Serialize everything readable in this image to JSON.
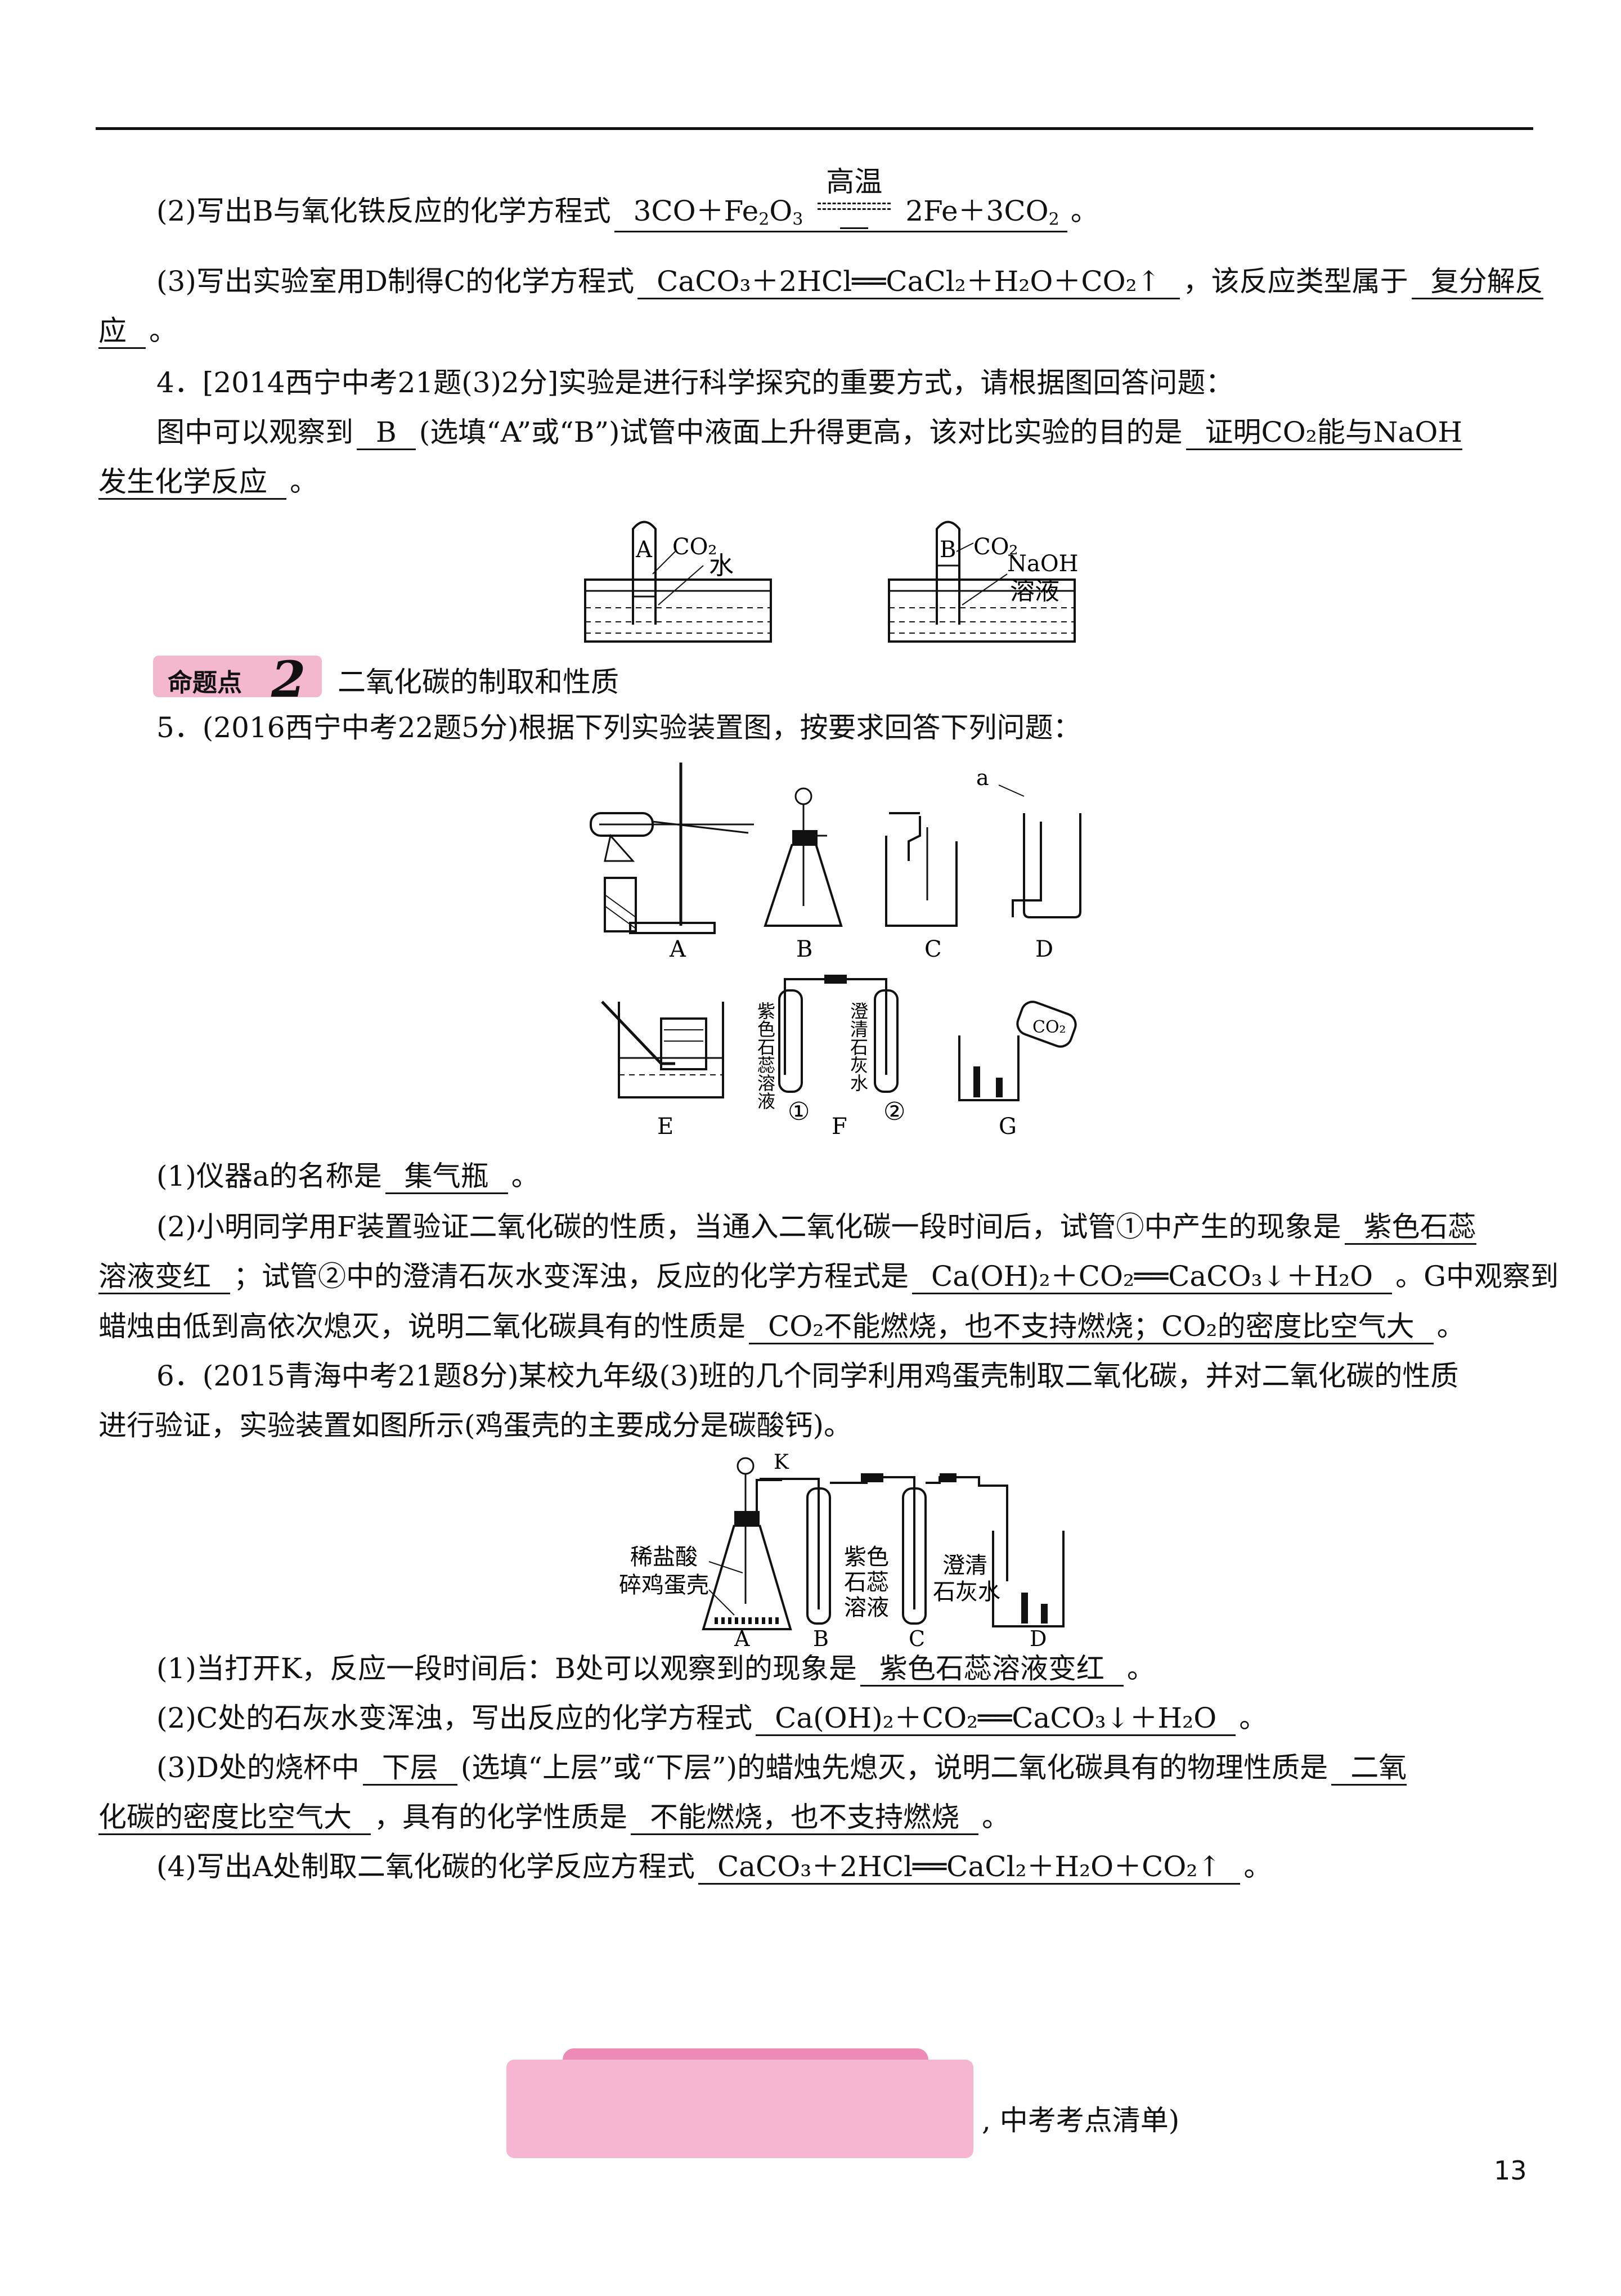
{
  "q3": {
    "p2": {
      "pre": "(2)写出B与氧化铁反应的化学方程式",
      "ans_left": "3CO＋Fe",
      "ans_sub": "2",
      "ans_mid": "O",
      "ans_sub2": "3",
      "condition": "高温",
      "ans_right": "2Fe＋3CO",
      "ans_sub3": "2",
      "post": "。"
    },
    "p3": {
      "pre": "(3)写出实验室用D制得C的化学方程式",
      "ans": "CaCO₃＋2HCl══CaCl₂＋H₂O＋CO₂↑",
      "mid": "，该反应类型属于",
      "ans2a": "复分解反",
      "ans2b": "应",
      "post": "。"
    }
  },
  "q4": {
    "head": "4．[2014西宁中考21题(3)2分]实验是进行科学探究的重要方式，请根据图回答问题：",
    "line1_pre": "图中可以观察到",
    "ans1": "B",
    "line1_mid": "(选填“A”或“B”)试管中液面上升得更高，该对比实验的目的是",
    "ans2a": "证明CO₂能与NaOH",
    "ans2b": "发生化学反应",
    "post": "。",
    "fig": {
      "labelA": "A",
      "gasA": "CO₂",
      "liquidA": "水",
      "labelB": "B",
      "gasB": "CO₂",
      "liquidB1": "NaOH",
      "liquidB2": "溶液"
    }
  },
  "section2": {
    "badge": "命题点",
    "num": "2",
    "title": "二氧化碳的制取和性质"
  },
  "q5": {
    "head": "5．(2016西宁中考22题5分)根据下列实验装置图，按要求回答下列问题：",
    "fig": {
      "A": "A",
      "B": "B",
      "C": "C",
      "D": "D",
      "a": "a",
      "E": "E",
      "F": "F",
      "G": "G",
      "co2": "CO₂",
      "tube1": "紫色石蕊溶液",
      "tube2": "澄清石灰水",
      "c1": "①",
      "c2": "②"
    },
    "p1": {
      "pre": "(1)仪器a的名称是",
      "ans": "集气瓶",
      "post": "。"
    },
    "p2": {
      "pre": "(2)小明同学用F装置验证二氧化碳的性质，当通入二氧化碳一段时间后，试管①中产生的现象是",
      "ans_a": "紫色石蕊",
      "ans_b": "溶液变红",
      "mid": "；试管②中的澄清石灰水变浑浊，反应的化学方程式是",
      "eq": "Ca(OH)₂＋CO₂══CaCO₃↓＋H₂O",
      "mid2": "。G中观察到",
      "line3_pre": "蜡烛由低到高依次熄灭，说明二氧化碳具有的性质是",
      "ans3": "CO₂不能燃烧，也不支持燃烧；CO₂的密度比空气大",
      "post": "。"
    }
  },
  "q6": {
    "head1": "6．(2015青海中考21题8分)某校九年级(3)班的几个同学利用鸡蛋壳制取二氧化碳，并对二氧化碳的性质",
    "head2": "进行验证，实验装置如图所示(鸡蛋壳的主要成分是碳酸钙)。",
    "fig": {
      "K": "K",
      "acid": "稀盐酸",
      "shell": "碎鸡蛋壳",
      "litmus1": "紫色",
      "litmus2": "石蕊",
      "litmus3": "溶液",
      "lime1": "澄清",
      "lime2": "石灰水",
      "A": "A",
      "B": "B",
      "C": "C",
      "D": "D"
    },
    "p1": {
      "pre": "(1)当打开K，反应一段时间后：B处可以观察到的现象是",
      "ans": "紫色石蕊溶液变红",
      "post": "。"
    },
    "p2": {
      "pre": "(2)C处的石灰水变浑浊，写出反应的化学方程式",
      "ans": "Ca(OH)₂＋CO₂══CaCO₃↓＋H₂O",
      "post": "。"
    },
    "p3": {
      "pre": "(3)D处的烧杯中",
      "ans": "下层",
      "mid": "(选填“上层”或“下层”)的蜡烛先熄灭，说明二氧化碳具有的物理性质是",
      "ans2a": "二氧",
      "ans2b": "化碳的密度比空气大",
      "mid2": "，具有的化学性质是",
      "ans3": "不能燃烧，也不支持燃烧",
      "post": "。"
    },
    "p4": {
      "pre": "(4)写出A处制取二氧化碳的化学反应方程式",
      "ans": "CaCO₃＋2HCl══CaCl₂＋H₂O＋CO₂↑",
      "post": "。"
    }
  },
  "footer": ", 中考考点清单)",
  "page_number": "13"
}
